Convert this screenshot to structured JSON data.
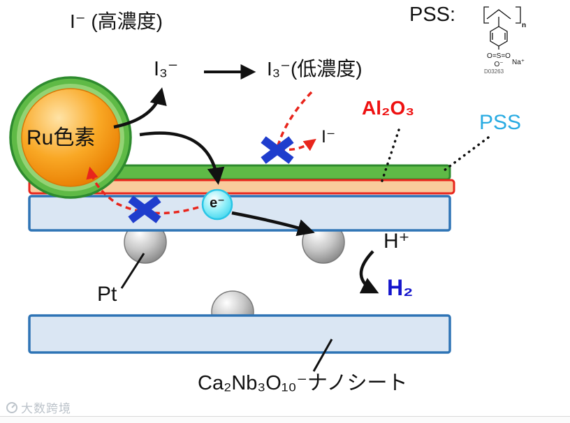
{
  "labels": {
    "iodide_high": "I⁻ (高濃度)",
    "triiodide": "I₃⁻",
    "triiodide_low": "I₃⁻(低濃度)",
    "iodide_small": "I⁻",
    "al2o3": "Al₂O₃",
    "pss_side": "PSS",
    "pss_header": "PSS:",
    "ru_dye": "Ru色素",
    "electron": "e⁻",
    "pt": "Pt",
    "proton": "H⁺",
    "hydrogen": "H₂",
    "nanosheet": "Ca₂Nb₃O₁₀⁻ナノシート"
  },
  "structure": {
    "sulfonyl": "O=S=O",
    "o_minus": "O⁻",
    "na_plus": "Na⁺",
    "repeat": "n",
    "id": "D03263"
  },
  "watermark": "大数跨境",
  "colors": {
    "green_fill": "#5fba46",
    "green_light": "#93d374",
    "green_stroke": "#2e8b2e",
    "peach_fill": "#f9cb9c",
    "red_stroke": "#e8251c",
    "blue_fill": "#dae6f3",
    "blue_stroke": "#2e74b5",
    "x_blue": "#1f3dcd",
    "dash_red": "#e8251c",
    "pss_cyan": "#29abe2",
    "al2o3_red": "#ee1111",
    "h2_blue": "#1414cc",
    "ink": "#111111",
    "watermark_gray": "#bcc3ca"
  }
}
